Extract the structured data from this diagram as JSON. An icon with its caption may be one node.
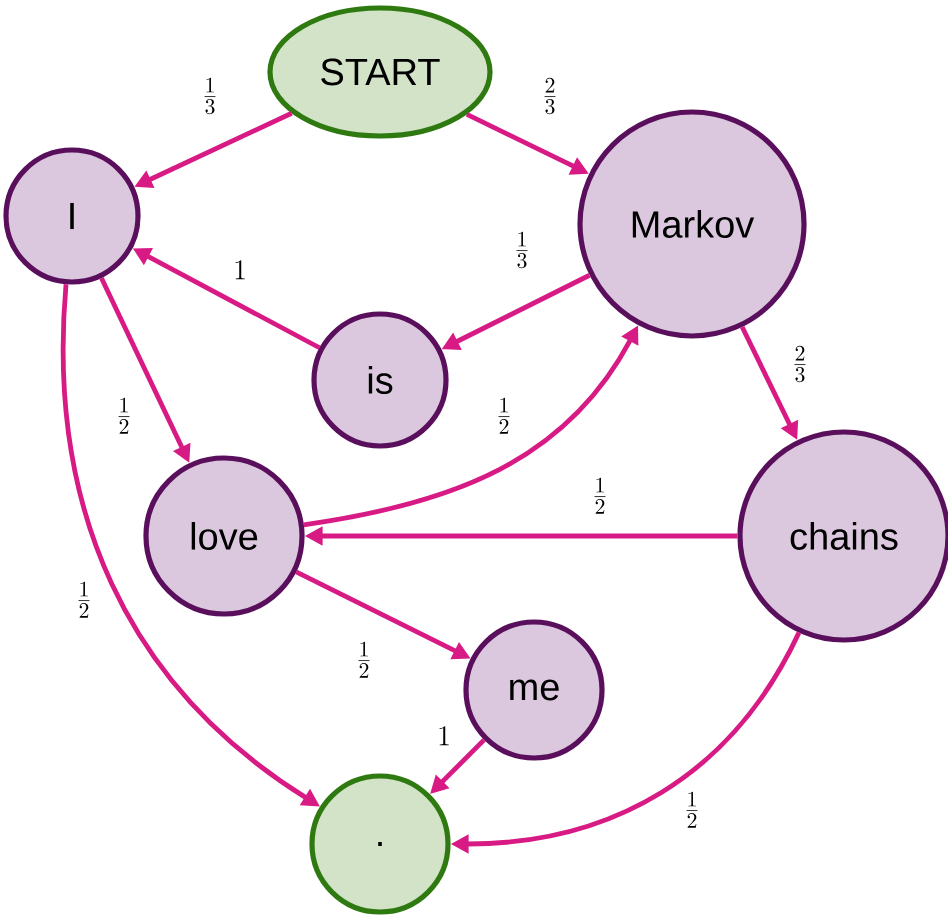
{
  "diagram": {
    "nodes": [
      {
        "text": [
          "START"
        ]
      },
      {
        "text": [
          "I"
        ]
      },
      {
        "text": [
          "Markov"
        ]
      },
      {
        "text": [
          "is"
        ]
      },
      {
        "text": [
          "love"
        ]
      },
      {
        "text": [
          "chains"
        ]
      },
      {
        "text": [
          "me"
        ]
      },
      {
        "text": [
          "."
        ]
      }
    ],
    "edges": [
      {
        "from": 0,
        "to": 1,
        "arrow": "to",
        "label": "\\frac{1}{3}"
      },
      {
        "from": 0,
        "to": 2,
        "arrow": "to",
        "label": "\\frac{2}{3}"
      },
      {
        "from": 2,
        "to": 3,
        "arrow": "to",
        "label": "\\frac{1}{3}"
      },
      {
        "from": 3,
        "to": 1,
        "arrow": "to",
        "label": "1"
      },
      {
        "from": 2,
        "to": 5,
        "arrow": "to",
        "label": "\\frac{2}{3}"
      },
      {
        "from": 1,
        "to": 4,
        "arrow": "to",
        "label": "\\frac{1}{2}"
      },
      {
        "from": 4,
        "to": 2,
        "arrow": "to",
        "label": "\\frac{1}{2}"
      },
      {
        "from": 5,
        "to": 4,
        "arrow": "to",
        "label": "\\frac{1}{2}"
      },
      {
        "from": 1,
        "to": 7,
        "arrow": "to",
        "label": "\\frac{1}{2}"
      },
      {
        "from": 4,
        "to": 6,
        "arrow": "to",
        "label": "\\frac{1}{2}"
      },
      {
        "from": 6,
        "to": 7,
        "arrow": "to",
        "label": "1"
      },
      {
        "from": 5,
        "to": 7,
        "arrow": "to",
        "label": "\\frac{1}{2}"
      }
    ]
  }
}
